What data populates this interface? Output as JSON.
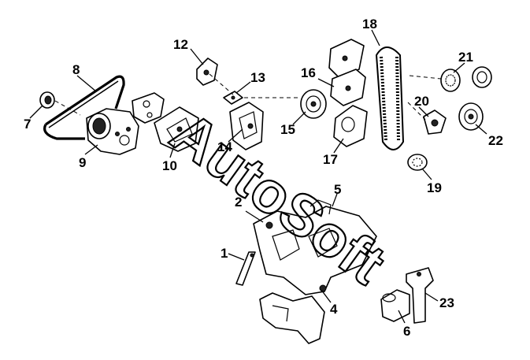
{
  "watermark": "AutoSoft",
  "callouts": {
    "n1": "1",
    "n2": "2",
    "n4": "4",
    "n5": "5",
    "n6": "6",
    "n7": "7",
    "n8": "8",
    "n9": "9",
    "n10": "10",
    "n12": "12",
    "n13": "13",
    "n14": "14",
    "n15": "15",
    "n16": "16",
    "n17": "17",
    "n18": "18",
    "n19": "19",
    "n20": "20",
    "n21": "21",
    "n22": "22",
    "n23": "23"
  }
}
